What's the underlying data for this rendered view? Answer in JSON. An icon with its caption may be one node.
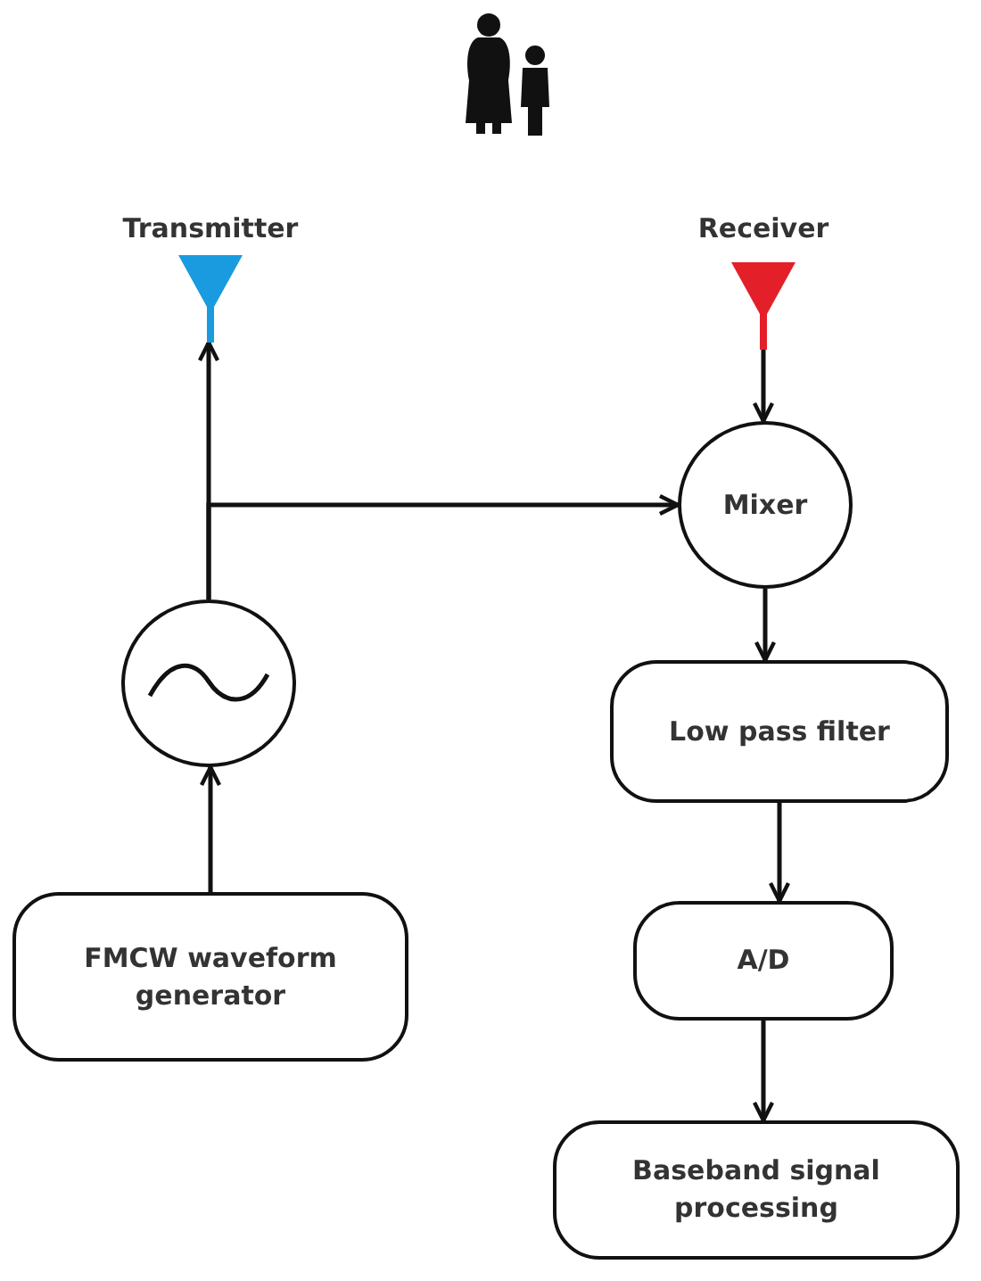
{
  "diagram": {
    "nodes": [
      {
        "text": [
          "Transmitter"
        ]
      },
      {
        "text": [
          "Receiver"
        ]
      },
      {
        "text": [
          "Mixer"
        ]
      },
      {
        "text": [],
        "shape": "circle"
      },
      {
        "text": [
          "Low pass filter"
        ]
      },
      {
        "text": [
          "A/D"
        ]
      },
      {
        "text": [
          "Baseband signal processing"
        ]
      },
      {
        "text": [
          "FMCW waveform generator"
        ]
      }
    ],
    "edges": [
      {
        "from": 7,
        "to": 3,
        "arrow": "to"
      },
      {
        "from": 3,
        "to": 0,
        "arrow": "to"
      },
      {
        "from": 3,
        "to": 2,
        "arrow": "to"
      },
      {
        "from": 1,
        "to": 2,
        "arrow": "to"
      },
      {
        "from": 2,
        "to": 4,
        "arrow": "to"
      },
      {
        "from": 4,
        "to": 5,
        "arrow": "to"
      },
      {
        "from": 5,
        "to": 6,
        "arrow": "to"
      }
    ]
  }
}
